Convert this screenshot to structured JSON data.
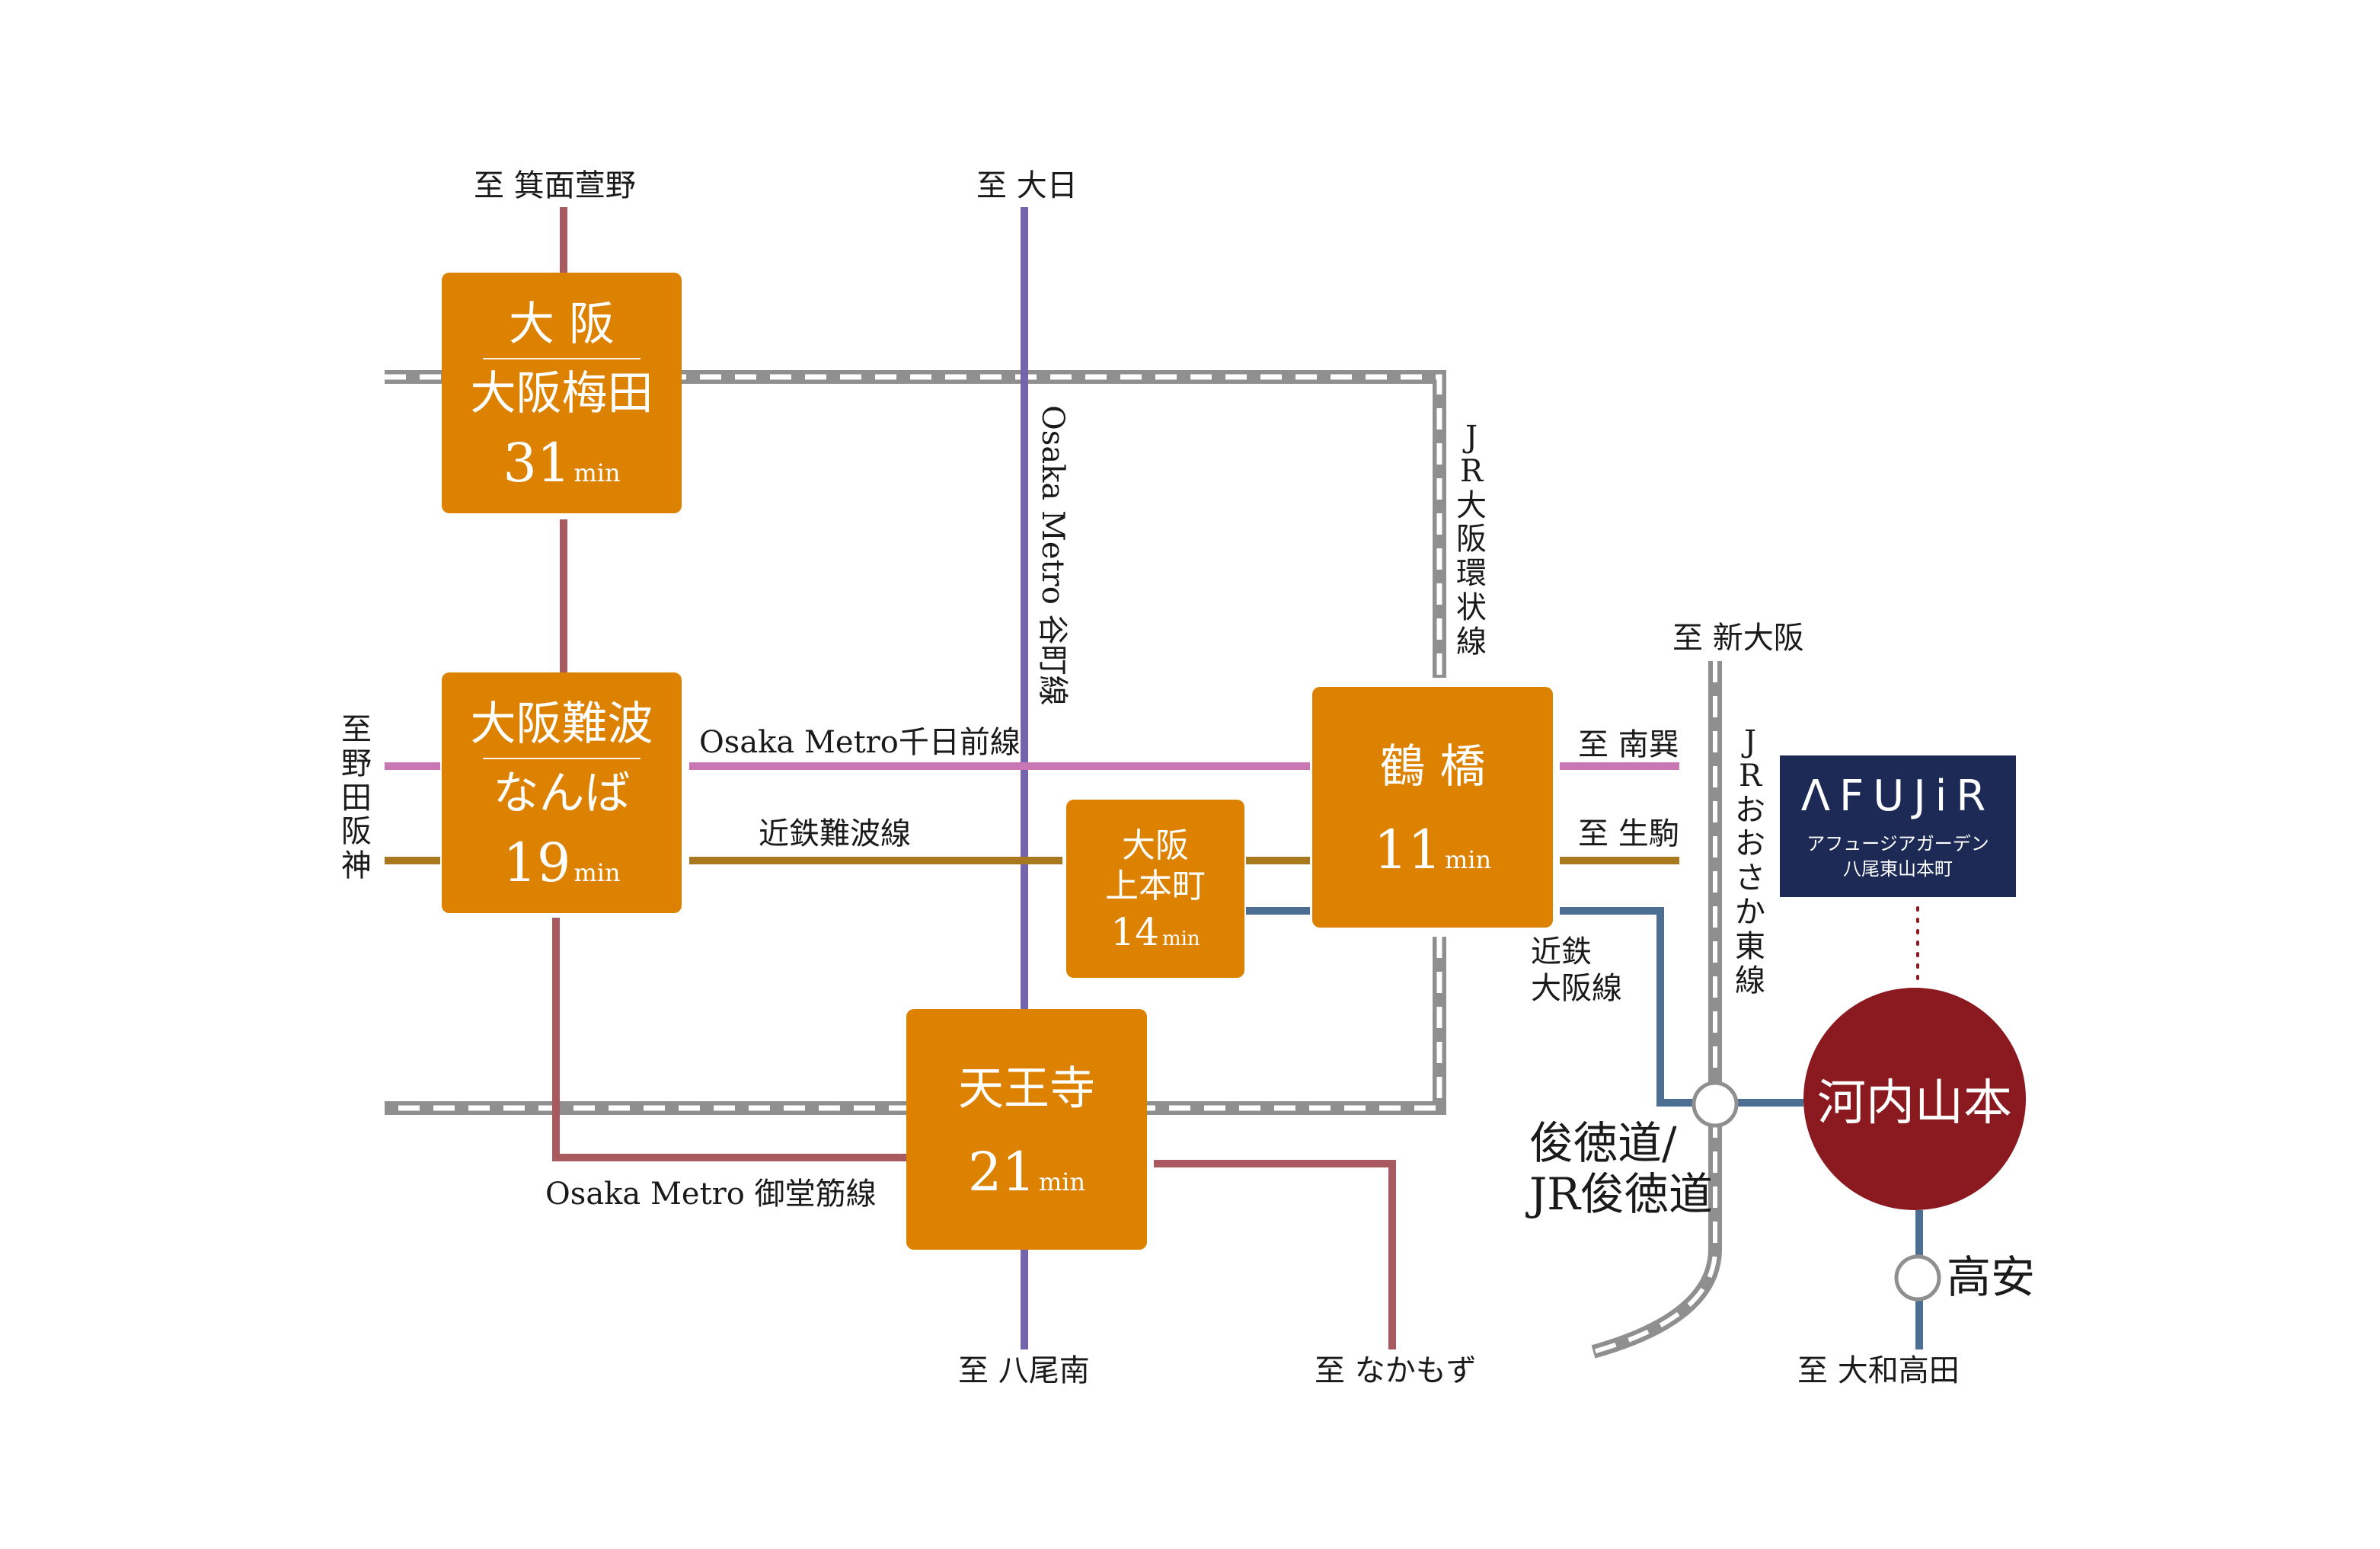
{
  "colors": {
    "station_box": "#dc8200",
    "midosuji": "#a85a5f",
    "tanimachi": "#7464ad",
    "sennichimae": "#c977b4",
    "kintetsu_namba": "#a8781f",
    "kintetsu_osaka": "#4c6e93",
    "jr_gray": "#8f8f8f",
    "home_station": "#8b1a20",
    "brand_box": "#1e2a56"
  },
  "stations": {
    "osaka": {
      "name1": "大 阪",
      "name2": "大阪梅田",
      "time": "31",
      "unit": "min"
    },
    "namba": {
      "name1": "大阪難波",
      "name2": "なんば",
      "time": "19",
      "unit": "min"
    },
    "tsuruhashi": {
      "name1": "鶴 橋",
      "time": "11",
      "unit": "min"
    },
    "uehonmachi": {
      "name1": "大阪",
      "name2": "上本町",
      "time": "14",
      "unit": "min"
    },
    "tennoji": {
      "name1": "天王寺",
      "time": "21",
      "unit": "min"
    }
  },
  "labels": {
    "to_minoh": "至 箕面萱野",
    "to_dainichi": "至 大日",
    "to_noda": "至\n野\n田\n阪\n神",
    "tanimachi_line": "Osaka Metro 谷町線",
    "jr_loop_line": "JR大阪環状線",
    "sennichimae_line": "Osaka Metro千日前線",
    "kintetsu_namba_line": "近鉄難波線",
    "to_minamitatsumi": "至 南巽",
    "to_ikoma": "至 生駒",
    "to_shinosaka": "至 新大阪",
    "jr_osaka_higashi_line": "JRおおさか東線",
    "kintetsu_osaka_line": "近鉄\n大阪線",
    "shuntokumichi": "俊徳道/\nJR俊徳道",
    "midosuji_line": "Osaka Metro 御堂筋線",
    "to_yaominami": "至 八尾南",
    "to_nakamozu": "至 なかもず",
    "takayasu": "高安",
    "to_yamatotakada": "至 大和高田"
  },
  "brand": {
    "logo": "ΛFUJiR",
    "sub1": "アフュージアガーデン",
    "sub2": "八尾東山本町"
  },
  "home_station": {
    "name": "河内山本"
  }
}
